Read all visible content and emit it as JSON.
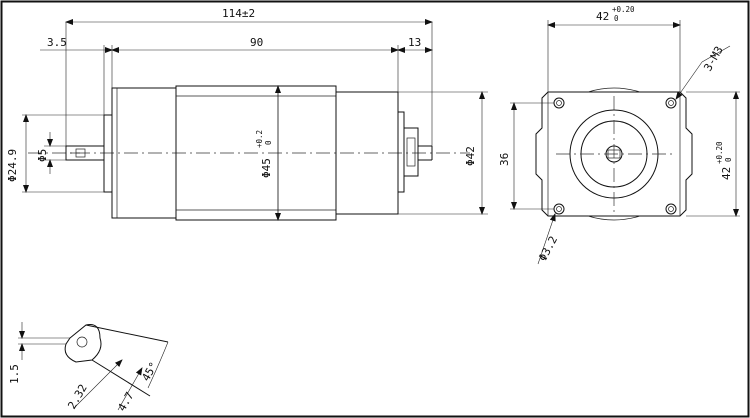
{
  "dimensions": {
    "total_length": "114±2",
    "shaft_extension": "3.5",
    "body_length": "90",
    "rear_length": "13",
    "gearbox_dia": "Φ24.9",
    "shaft_dia": "Φ5",
    "body_dia_main": "Φ45",
    "body_dia_tol_upper": "+0.2",
    "body_dia_tol_lower": "0",
    "flange_dia": "Φ42",
    "flange_width_main": "42",
    "flange_width_tol_upper": "+0.20",
    "flange_width_tol_lower": "0",
    "flange_height_main": "42",
    "flange_height_tol_upper": "+0.20",
    "flange_height_tol_lower": "0",
    "hole_spacing": "36",
    "mount_holes": "3-M3",
    "pilot_dia": "Φ3.2",
    "flat_depth": "1.5",
    "flat_width_a": "2.32",
    "flat_width_b": "4.7",
    "chamfer_angle": "45°"
  }
}
